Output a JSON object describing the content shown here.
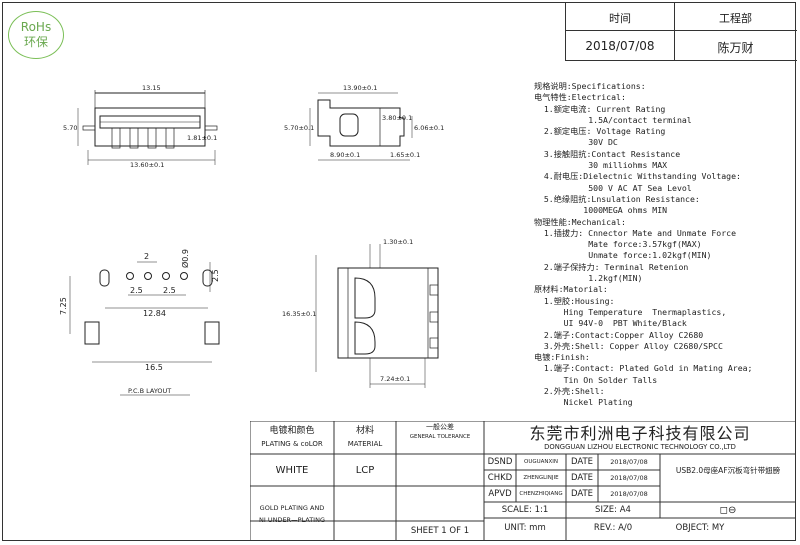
{
  "logo": {
    "line1": "RoHs",
    "line2": "环保"
  },
  "approval": {
    "col1_header": "时间",
    "col2_header": "工程部",
    "date": "2018/07/08",
    "engineer": "陈万财"
  },
  "dimensions": {
    "top_width": "13.15",
    "top_height": "5.70",
    "top_small": "1.81±0.1",
    "top_bottom_width": "13.60±0.1",
    "side_width": "13.90±0.1",
    "side_height1": "5.70±0.1",
    "side_small": "3.80±0.1",
    "side_height2": "6.06±0.1",
    "side_bottom1": "8.90±0.1",
    "side_bottom2": "1.65±0.1",
    "pcb_2": "2",
    "pcb_hole": "Ø0.9",
    "pcb_25a": "2.5",
    "pcb_25b": "2.5",
    "pcb_25c": "2.5",
    "pcb_725": "7.25",
    "pcb_1284": "12.84",
    "pcb_165": "16.5",
    "pcb_title": "P.C.B LAYOUT",
    "front_top": "1.30±0.1",
    "front_height": "16.35±0.1",
    "front_bottom": "7.24±0.1"
  },
  "spec_lines": [
    "规格说明:Specifications:",
    "电气特性:Electrical:",
    "  1.额定电流: Current Rating",
    "           1.5A/contact terminal",
    "  2.额定电压: Voltage Rating",
    "           30V DC",
    "  3.接触阻抗:Contact Resistance",
    "           30 milliohms MAX",
    "  4.耐电压:Dielectnic Withstanding Voltage:",
    "           500 V AC AT Sea Levol",
    "  5.绝缘阻抗:Lnsulation Resistance:",
    "          1000MEGA ohms MIN",
    "物理性能:Mechanical:",
    "  1.插拔力: Cnnector Mate and Unmate Force",
    "           Mate force:3.57kgf(MAX)",
    "           Unmate force:1.02kgf(MIN)",
    "  2.端子保持力: Terminal Retenion",
    "           1.2kgf(MIN)",
    "原材料:Matorial:",
    "  1.塑胶:Housing:",
    "      Hing Temperature  Tnermaplastics,",
    "      UI 94V-0  PBT White/Black",
    "  2.端子:Contact:Copper Alloy C2680",
    "  3.外壳:Shell: Copper Alloy C2680/SPCC",
    "电镀:Finish:",
    "  1.端子:Contact: Plated Gold in Mating Area;",
    "      Tin On Solder Talls",
    "  2.外壳:Shell:",
    "      Nickel Plating"
  ],
  "title_block": {
    "plating_cn": "电镀和颜色",
    "plating_en": "PLATING & coLOR",
    "material_cn": "材料",
    "material_en": "MATERIAL",
    "tol_cn": "一般公差",
    "tol_en": "GENERAL TOLERANCE",
    "company_cn": "东莞市利洲电子科技有限公司",
    "company_en": "DONGGUAN LIZHOU ELECTRONIC TECHNOLOGY CO.,LTD",
    "color": "WHITE",
    "material": "LCP",
    "plating_note1": "GOLD PLATING AND",
    "plating_note2": "NI UNDER—PLATING",
    "sheet": "SHEET 1 OF 1",
    "dsnd_label": "DSND",
    "dsnd_name": "OUGUANXIN",
    "chkd_label": "CHKD",
    "chkd_name": "ZHENGLINJIE",
    "apvd_label": "APVD",
    "apvd_name": "CHENZHIQIANG",
    "date_label": "DATE",
    "date1": "2018/07/08",
    "date2": "2018/07/08",
    "date3": "2018/07/08",
    "product": "USB2.0母座AF沉板弯针带翅膀",
    "scale": "SCALE: 1:1",
    "size": "SIZE: A4",
    "unit": "UNIT: mm",
    "rev": "REV.: A/0",
    "object": "OBJECT: MY"
  }
}
